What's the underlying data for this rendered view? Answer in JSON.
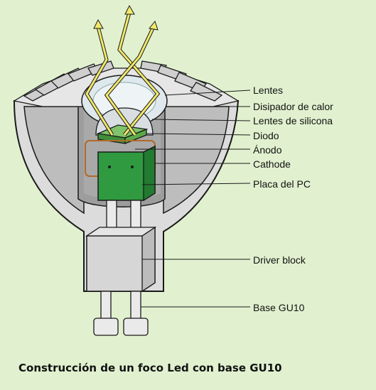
{
  "labels": {
    "lentes": "Lentes",
    "disipador": "Disipador de calor",
    "lentes_silicona": "Lentes de silicona",
    "diodo": "Diodo",
    "anodo": "Ánodo",
    "cathode": "Cathode",
    "placa": "Placa del PC",
    "driver": "Driver block",
    "base": "Base GU10"
  },
  "caption": "Construcción de un foco Led con base GU10",
  "colors": {
    "background": "#e1f1cf",
    "heatsink": "#c6c6c6",
    "pcb": "#2f9a3f",
    "diode": "#7fc36a",
    "light_rays": "#f2e86a",
    "lens": "#dfe8ec",
    "wire": "#b06a2a"
  }
}
